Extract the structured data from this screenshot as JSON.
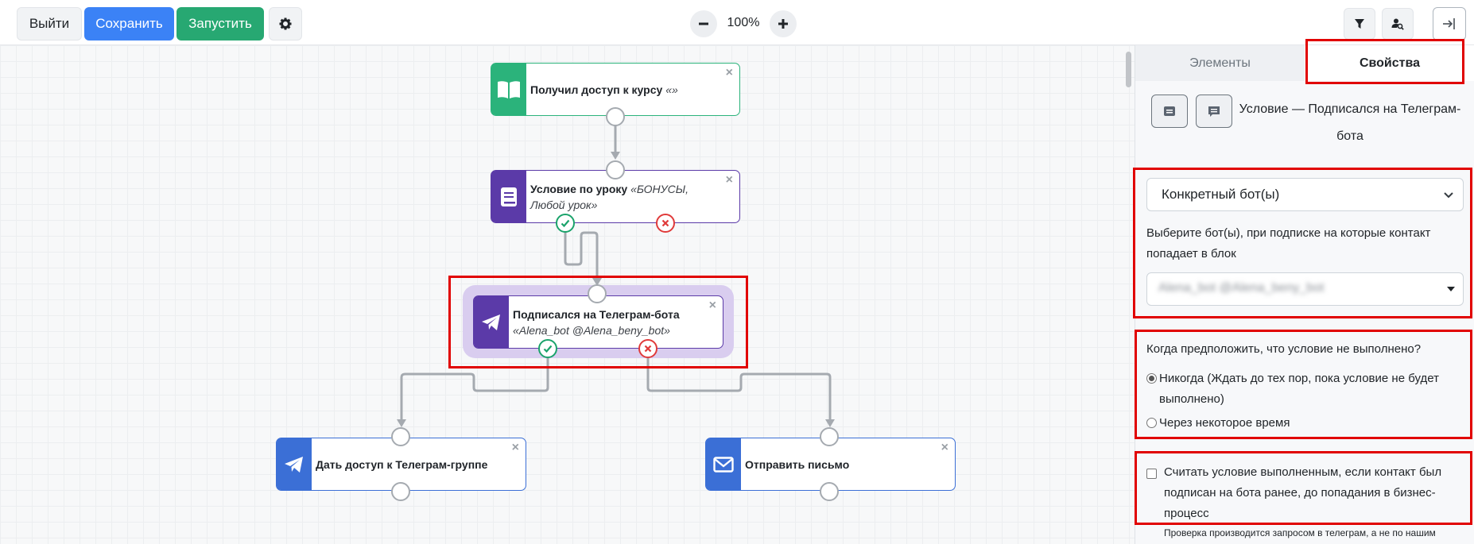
{
  "toolbar": {
    "exit_label": "Выйти",
    "save_label": "Сохранить",
    "run_label": "Запустить",
    "zoom_level": "100%"
  },
  "nodes": {
    "course_access": {
      "title": "Получил доступ к курсу",
      "sub": "«»"
    },
    "lesson_condition": {
      "title": "Условие по уроку",
      "sub": "«БОНУСЫ, Любой урок»"
    },
    "telegram_subscribed": {
      "title": "Подписался на Телеграм-бота",
      "sub": "«Alena_bot @Alena_beny_bot»"
    },
    "telegram_group": {
      "title": "Дать доступ к Телеграм-группе"
    },
    "send_email": {
      "title": "Отправить письмо"
    }
  },
  "panel": {
    "tab_elements": "Элементы",
    "tab_properties": "Свойства",
    "title": "Условие — Подписался на Телеграм-бота",
    "bot_select_value": "Конкретный бот(ы)",
    "bots_label": "Выберите бот(ы), при подписке на которые контакт попадает в блок",
    "bots_value": "Alena_bot @Alena_beny_bot",
    "when_question": "Когда предположить, что условие не выполнено?",
    "radio_never": "Никогда (Ждать до тех пор, пока условие не будет выполнено)",
    "radio_after_time": "Через некоторое время",
    "checkbox_label": "Считать условие выполненным, если контакт был подписан на бота ранее, до попадания в бизнес-процесс",
    "hint": "Проверка производится запросом в телеграм, а не по нашим"
  },
  "colors": {
    "save": "#3b82f6",
    "run": "#27a872",
    "course_node": "#2bb37b",
    "lesson_node": "#5b3aa8",
    "telegram_node": "#5b3aa8",
    "group_node": "#3b6fd6",
    "email_node": "#3b6fd6",
    "selection": "#d9cdef",
    "highlight_box": "#e10000"
  }
}
